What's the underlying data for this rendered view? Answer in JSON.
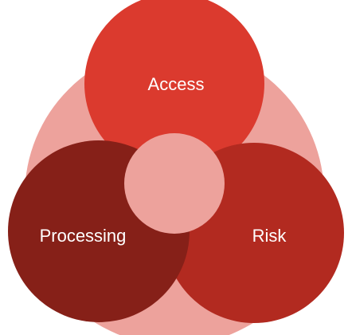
{
  "diagram": {
    "labels": {
      "top": "Access",
      "left": "Processing",
      "right": "Risk"
    },
    "colors": {
      "background_circle": "#eda29c",
      "top_circle": "#db3a2e",
      "left_circle": "#862018",
      "right_circle": "#b22a20",
      "center_circle": "#eda29c",
      "label_text": "#ffffff"
    }
  }
}
